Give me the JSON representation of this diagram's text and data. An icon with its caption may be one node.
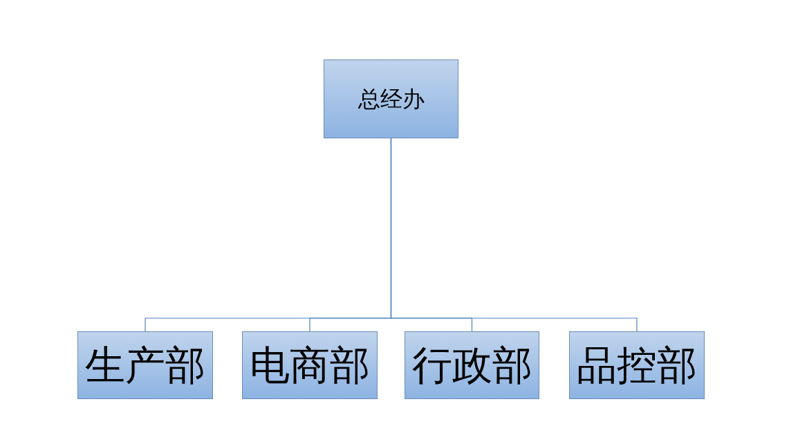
{
  "diagram": {
    "nodes": [
      {
        "text": [
          "总经办"
        ]
      },
      {
        "text": [
          "生产部"
        ]
      },
      {
        "text": [
          "电商部"
        ]
      },
      {
        "text": [
          "行政部"
        ]
      },
      {
        "text": [
          "品控部"
        ]
      }
    ],
    "edges": [
      {
        "from": 0,
        "to": 1,
        "arrow": "none"
      },
      {
        "from": 0,
        "to": 2,
        "arrow": "none"
      },
      {
        "from": 0,
        "to": 3,
        "arrow": "none"
      },
      {
        "from": 0,
        "to": 4,
        "arrow": "none"
      }
    ]
  }
}
